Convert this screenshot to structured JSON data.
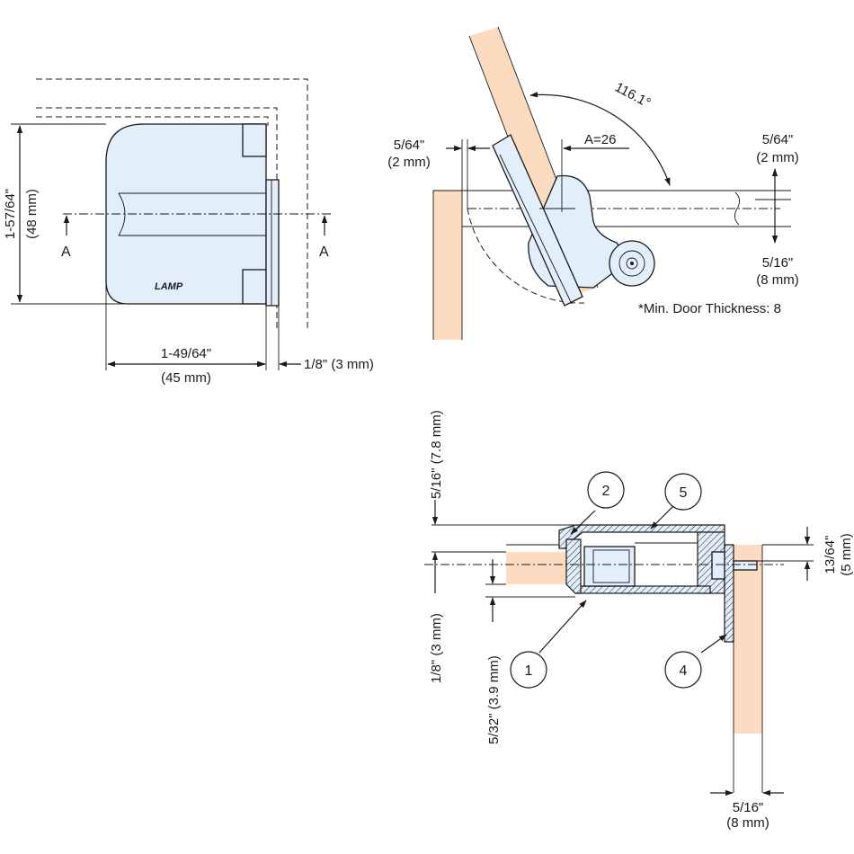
{
  "colors": {
    "glass": "#fbdcc0",
    "metal": "#e3eefb",
    "line": "#1a1a1a"
  },
  "front_view": {
    "height_in": "1-57/64\"",
    "height_mm": "(48 mm)",
    "width_in": "1-49/64\"",
    "width_mm": "(45 mm)",
    "offset": "1/8\" (3 mm)",
    "section_left": "A",
    "section_right": "A",
    "brand": "LAMP"
  },
  "top_view": {
    "gap_in": "5/64\"",
    "gap_mm": "(2 mm)",
    "section_label": "A=26",
    "angle": "116.1°",
    "right_gap_in": "5/64\"",
    "right_gap_mm": "(2 mm)",
    "thickness_in": "5/16\"",
    "thickness_mm": "(8 mm)",
    "note": "*Min. Door Thickness: 8"
  },
  "section_view": {
    "depth": "5/16\" (7.8 mm)",
    "wall": "1/8\" (3 mm)",
    "step": "5/32\" (3.9 mm)",
    "pin_in": "13/64\"",
    "pin_mm": "(5 mm)",
    "glass_in": "5/16\"",
    "glass_mm": "(8 mm)",
    "callouts": [
      "1",
      "2",
      "4",
      "5"
    ]
  }
}
